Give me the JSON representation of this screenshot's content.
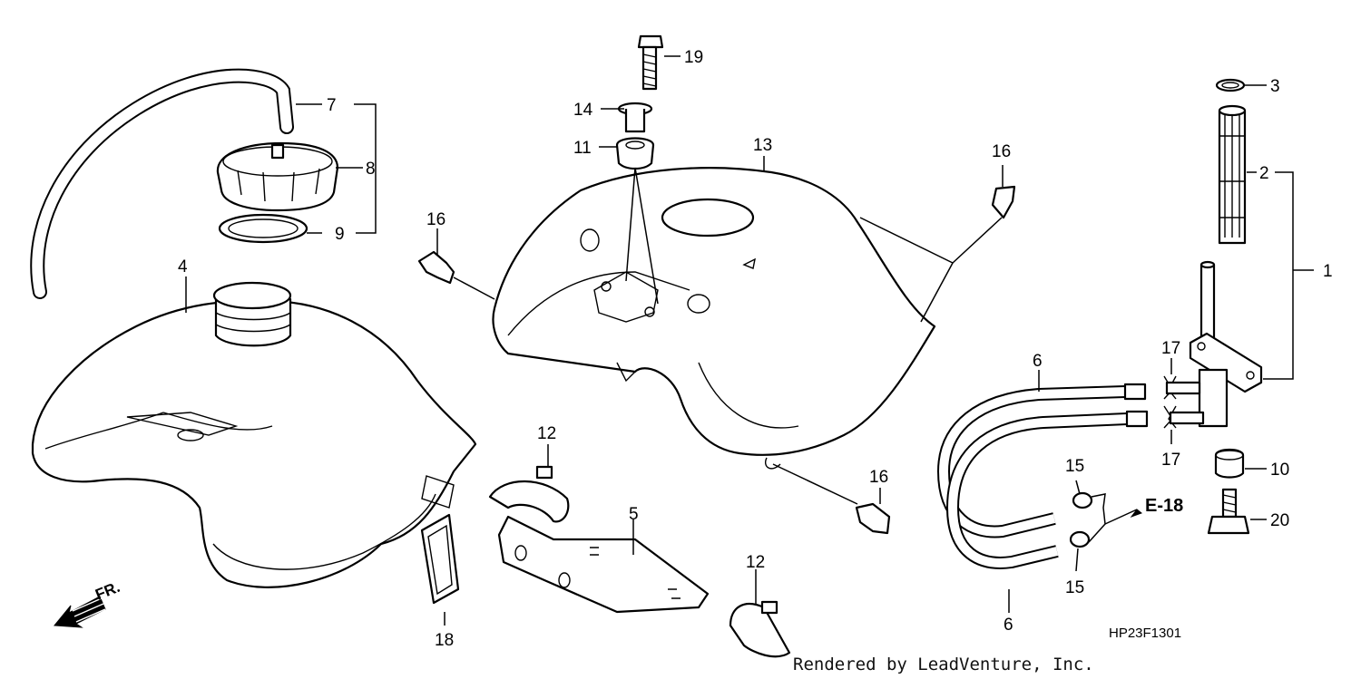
{
  "callouts": {
    "p1": "1",
    "p2": "2",
    "p3": "3",
    "p4": "4",
    "p5": "5",
    "p6_top": "6",
    "p6_bottom": "6",
    "p7": "7",
    "p8": "8",
    "p9": "9",
    "p10": "10",
    "p11": "11",
    "p12_top": "12",
    "p12_bottom": "12",
    "p13": "13",
    "p14": "14",
    "p15_top": "15",
    "p15_bottom": "15",
    "p16_left": "16",
    "p16_top": "16",
    "p16_bottom": "16",
    "p17_top": "17",
    "p17_bottom": "17",
    "p18": "18",
    "p19": "19",
    "p20": "20"
  },
  "reference": "E-18",
  "direction_label": "FR.",
  "diagram_code": "HP23F1301",
  "credit": "Rendered by LeadVenture, Inc.",
  "colors": {
    "line": "#000000",
    "background": "#ffffff"
  }
}
